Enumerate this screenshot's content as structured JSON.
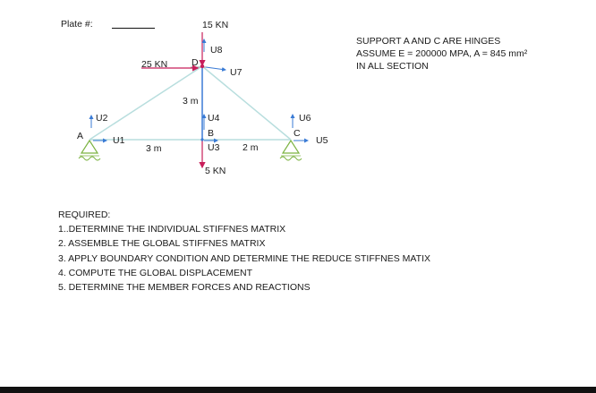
{
  "plate": {
    "label": "Plate #:"
  },
  "loads": {
    "top": "15 KN",
    "horizontal": "25 KN",
    "bottom": "5 KN"
  },
  "nodes": {
    "A": "A",
    "B": "B",
    "C": "C",
    "D": "D"
  },
  "dofs": {
    "u1": "U1",
    "u2": "U2",
    "u3": "U3",
    "u4": "U4",
    "u5": "U5",
    "u6": "U6",
    "u7": "U7",
    "u8": "U8"
  },
  "dims": {
    "left_span": "3 m",
    "right_span": "2 m",
    "height": "3 m"
  },
  "notes": {
    "line1": "SUPPORT A AND C ARE HINGES",
    "line2": "ASSUME   E = 200000 MPA,  A = 845 mm²",
    "line3": "IN ALL SECTION"
  },
  "required": {
    "title": "REQUIRED:",
    "items": [
      "1..DETERMINE THE INDIVIDUAL STIFFNES MATRIX",
      "2. ASSEMBLE THE GLOBAL STIFFNES MATRIX",
      "3. APPLY BOUNDARY CONDITION AND DETERMINE THE REDUCE STIFFNES MATIX",
      "4. COMPUTE THE GLOBAL DISPLACEMENT",
      "5. DETERMINE THE MEMBER FORCES AND REACTIONS"
    ]
  },
  "colors": {
    "member": "#b8dede",
    "vertical": "#3a7bd5",
    "arrow": "#c81e5a",
    "support": "#7cb342"
  }
}
